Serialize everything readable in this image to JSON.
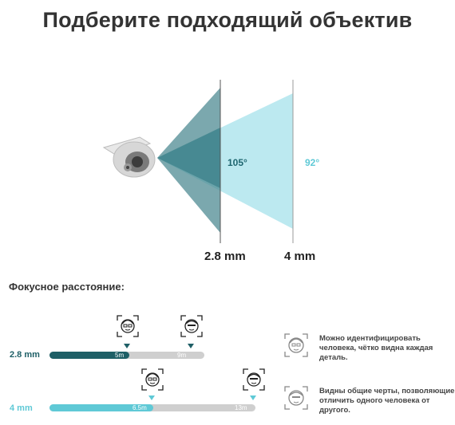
{
  "title": "Подберите подходящий объектив",
  "lenses": [
    {
      "label": "2.8 mm",
      "angle": "105°",
      "color": "#1e6670"
    },
    {
      "label": "4 mm",
      "angle": "92°",
      "color": "#5fc9d6"
    }
  ],
  "focal": {
    "title": "Фокусное расстояние:",
    "rows": [
      {
        "label": "2.8 mm",
        "near": "5m",
        "far": "9m",
        "color": "#1e5f66"
      },
      {
        "label": "4 mm",
        "near": "6.5m",
        "far": "13m",
        "color": "#5fc9d6"
      }
    ]
  },
  "legend": [
    {
      "text": "Можно идентифицировать человека, чётко видна каждая деталь.",
      "icon": "face-detailed-icon"
    },
    {
      "text": "Видны общие черты, позволяющие отличить одного человека от другого.",
      "icon": "face-general-icon"
    }
  ]
}
